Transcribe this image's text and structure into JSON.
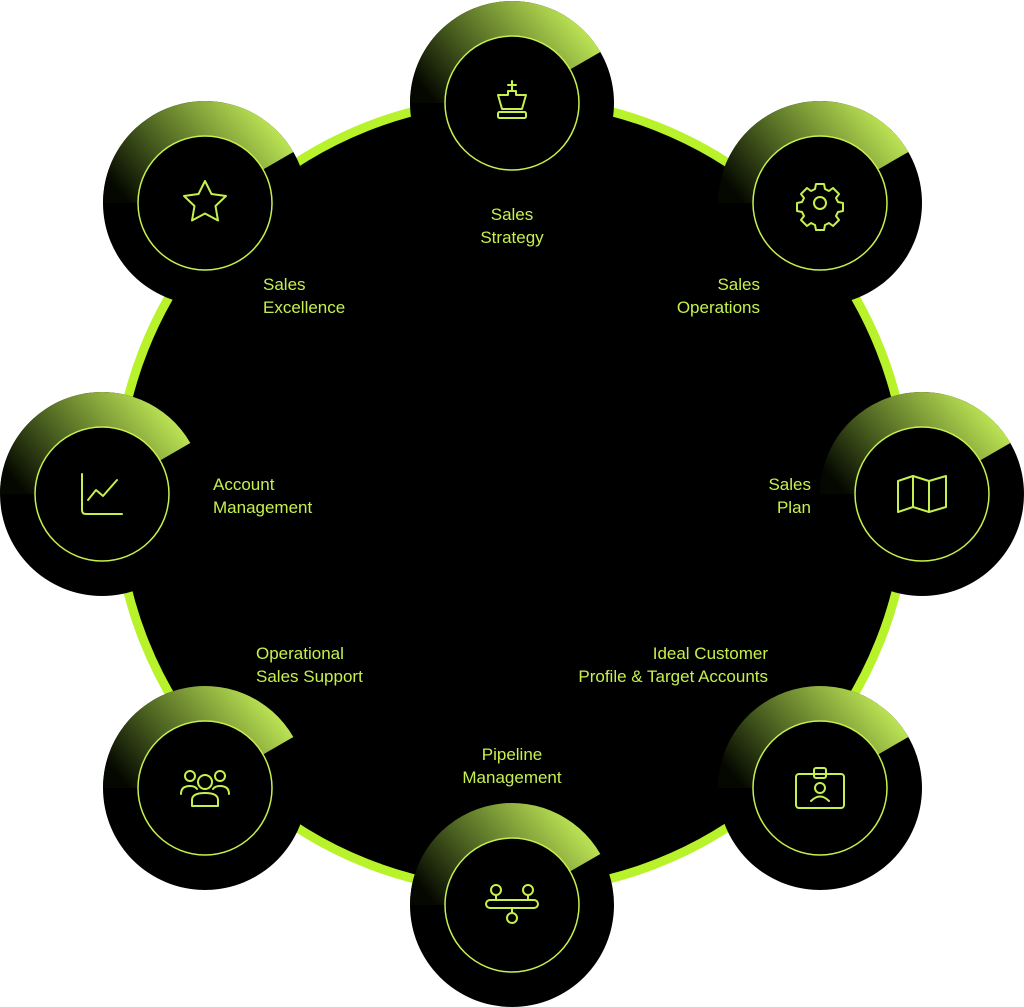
{
  "colors": {
    "accent": "#c6f04e",
    "background": "#000000",
    "ring": "#b8f22a"
  },
  "nodes": [
    {
      "id": "sales-strategy",
      "line1": "Sales",
      "line2": "Strategy",
      "icon": "chess-king-icon"
    },
    {
      "id": "sales-operations",
      "line1": "Sales",
      "line2": "Operations",
      "icon": "gear-icon"
    },
    {
      "id": "sales-plan",
      "line1": "Sales",
      "line2": "Plan",
      "icon": "map-icon"
    },
    {
      "id": "ideal-customer",
      "line1": "Ideal Customer",
      "line2": "Profile & Target Accounts",
      "icon": "id-badge-icon"
    },
    {
      "id": "pipeline-management",
      "line1": "Pipeline",
      "line2": "Management",
      "icon": "pipeline-nodes-icon"
    },
    {
      "id": "operational-sales-support",
      "line1": "Operational",
      "line2": "Sales Support",
      "icon": "team-icon"
    },
    {
      "id": "account-management",
      "line1": "Account",
      "line2": "Management",
      "icon": "line-chart-icon"
    },
    {
      "id": "sales-excellence",
      "line1": "Sales",
      "line2": "Excellence",
      "icon": "star-icon"
    }
  ]
}
